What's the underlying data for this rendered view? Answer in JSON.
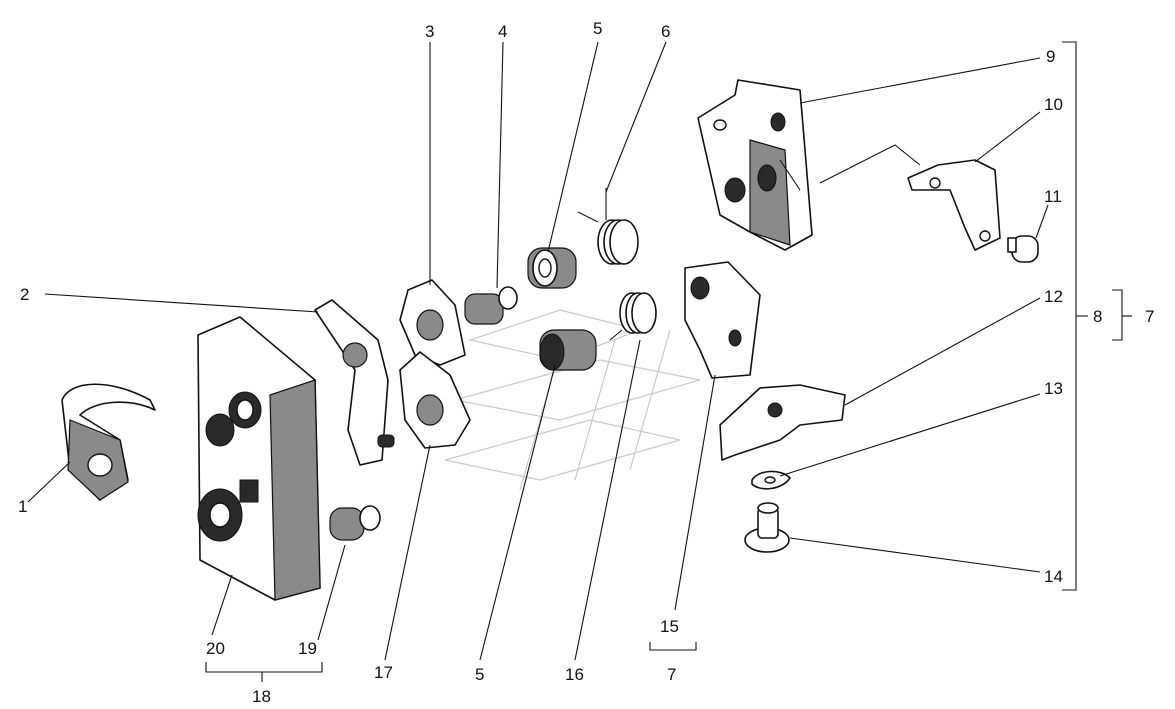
{
  "callouts": {
    "c1": "1",
    "c2": "2",
    "c3": "3",
    "c4": "4",
    "c5a": "5",
    "c5b": "5",
    "c6": "6",
    "c7a": "7",
    "c7b": "7",
    "c8": "8",
    "c9": "9",
    "c10": "10",
    "c11": "11",
    "c12": "12",
    "c13": "13",
    "c14": "14",
    "c15": "15",
    "c16": "16",
    "c17": "17",
    "c18": "18",
    "c19": "19",
    "c20": "20"
  }
}
